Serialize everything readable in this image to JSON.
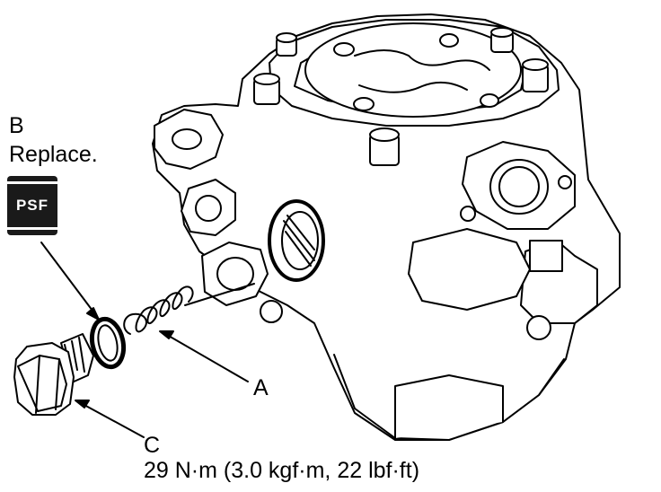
{
  "labels": {
    "b": "B",
    "b_note": "Replace.",
    "a": "A",
    "c": "C",
    "c_spec": "29 N·m (3.0 kgf·m, 22 lbf·ft)"
  },
  "badge": {
    "text": "PSF",
    "color": "#1a1a1a"
  }
}
